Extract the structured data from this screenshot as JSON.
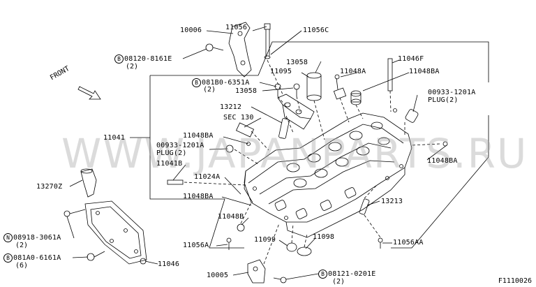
{
  "diagram": {
    "watermark": "WWW.JAPANPARTS.RU",
    "front_label": "FRONT",
    "figure_id": "F1110026",
    "colors": {
      "line": "#000000",
      "watermark": "#a0a0a0",
      "background": "#ffffff"
    },
    "parts": {
      "p10006": "10006",
      "p11056_top": "11056",
      "p11056c": "11056C",
      "b08120": "08120-8161E",
      "b08120_qty": "(2)",
      "b081b0": "081B0-6351A",
      "b081b0_qty": "(2)",
      "p13058_a": "13058",
      "p11095": "11095",
      "p11048a": "11048A",
      "p11046f": "11046F",
      "p11048ba_right": "11048BA",
      "p13058_b": "13058",
      "p00933_right": "00933-1201A",
      "plug_right": "PLUG(2)",
      "p13212": "13212",
      "sec130": "SEC 130",
      "p11041": "11041",
      "p11048ba_left": "11048BA",
      "p00933_left": "00933-1201A",
      "plug_left": "PLUG(2)",
      "p11041b": "11041B",
      "p11048ba_lowright": "11048BA",
      "p13270z": "13270Z",
      "p11024a": "11024A",
      "p11048ba_low": "11048BA",
      "p13213": "13213",
      "p11048b": "11048B",
      "n08918": "08918-3061A",
      "n08918_qty": "(2)",
      "p11099": "11099",
      "p11098": "11098",
      "p11056a": "11056A",
      "p11056aa": "11056AA",
      "b081a0": "081A0-6161A",
      "b081a0_qty": "(6)",
      "p11046": "11046",
      "p10005": "10005",
      "b08121": "08121-0201E",
      "b08121_qty": "(2)",
      "sym_b": "B",
      "sym_n": "N"
    }
  }
}
